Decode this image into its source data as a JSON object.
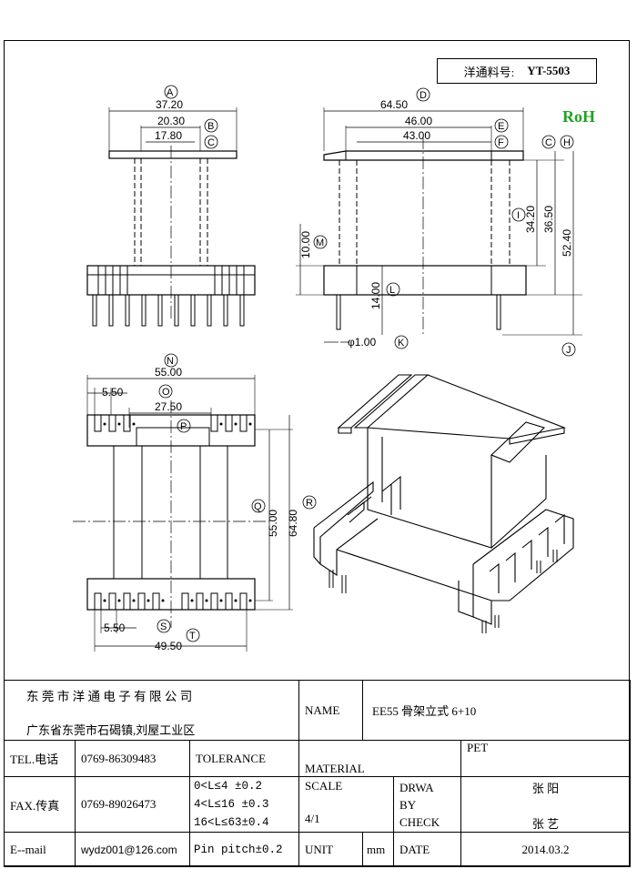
{
  "part_number": {
    "label": "洋通料号:",
    "code": "YT-5503"
  },
  "rohs": "RoH",
  "dims": {
    "A": "37.20",
    "B": "20.30",
    "C": "17.80",
    "D": "64.50",
    "E": "46.00",
    "F": "43.00",
    "I": "34.20",
    "I2": "36.50",
    "J": "52.40",
    "M": "10.00",
    "L": "14.00",
    "K": "φ1.00",
    "N": "55.00",
    "O": "5.50",
    "P": "27.50",
    "Q": "55.00",
    "R": "64.80",
    "S": "5.50",
    "T": "49.50"
  },
  "markers": [
    "A",
    "B",
    "C",
    "D",
    "E",
    "F",
    "C",
    "H",
    "I",
    "J",
    "M",
    "L",
    "K",
    "N",
    "O",
    "P",
    "Q",
    "R",
    "S",
    "T"
  ],
  "title_block": {
    "company": "东 莞 市 洋 通 电 子 有 限 公 司",
    "address": "广东省东莞市石碣镇,刘屋工业区",
    "name_label": "NAME",
    "name_value": "EE55 骨架立式 6+10",
    "tel_label": "TEL.电话",
    "tel_value": "0769-86309483",
    "tolerance_label": "TOLERANCE",
    "material_label": "MATERIAL",
    "material_value": "PET",
    "fax_label": "FAX.传真",
    "fax_value": "0769-89026473",
    "tol_1": "0<L≤4  ±0.2",
    "tol_2": "4<L≤16 ±0.3",
    "tol_3": "16<L≤63±0.4",
    "tol_4": "Pin pitch±0.2",
    "scale_label": "SCALE",
    "drawby_label": "DRWA BY",
    "drawby_value": "张 阳",
    "scale_value": "4/1",
    "check_label": "CHECK",
    "check_value": "张 艺",
    "email_label": "E--mail",
    "email_value": "wydz001@126.com",
    "unit_label": "UNIT",
    "unit_value": "mm",
    "date_label": "DATE",
    "date_value": "2014.03.2"
  }
}
